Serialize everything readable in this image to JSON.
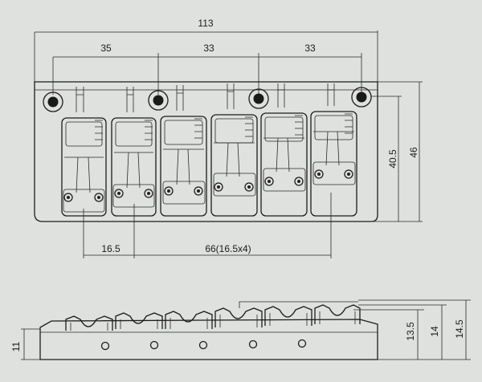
{
  "top_view": {
    "overall_width": "113",
    "hole_spacing": [
      "35",
      "33",
      "33"
    ],
    "inner_height": "40.5",
    "outer_height": "46",
    "saddle_width": "16.5",
    "saddle_span": "66(16.5x4)"
  },
  "side_view": {
    "base_height": "11",
    "heights": [
      "13.5",
      "14",
      "14.5"
    ]
  }
}
